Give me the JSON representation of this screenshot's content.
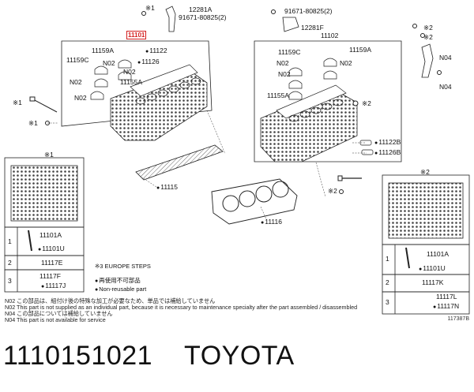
{
  "diagram": {
    "labels": {
      "l12281A": "12281A",
      "l91671_1": "91671-80825(2)",
      "l91671_2": "91671-80825(2)",
      "l12281F": "12281F",
      "l11102": "11102",
      "l11101": "11101",
      "l11159A_L": "11159A",
      "l11122_L": "11122",
      "l11159C_L": "11159C",
      "l11126_L": "11126",
      "lN02a": "N02",
      "lN02b": "N02",
      "lN02c": "N02",
      "l11155A_L": "11155A",
      "l11159C_R": "11159C",
      "l11159A_R": "11159A",
      "lN02d": "N02",
      "lN02e": "N02",
      "lN02f": "N02",
      "l11155A_R": "11155A",
      "lN04a": "N04",
      "lN04b": "N04",
      "l11122B": "11122B",
      "l11126B": "11126B",
      "l11115": "11115",
      "l11116": "11116",
      "lstar1_bolt": "※1",
      "lstar1_wash": "※1",
      "lstar2a": "※2",
      "lstar2b": "※2",
      "lstar2c": "※2",
      "lstar2d": "※2",
      "lstar1_box": "※1",
      "lstar2_box": "※2"
    },
    "left_detail": {
      "row1": [
        "11101A",
        "11101U"
      ],
      "row2": "11117E",
      "row3": [
        "11117F",
        "11117J"
      ],
      "star3_note": "※3 EUROPE STEPS",
      "legend1": "再使用不可部品",
      "legend2": "Non-reusable part"
    },
    "right_detail": {
      "row1": [
        "11101A",
        "11101U"
      ],
      "row2": "11117K",
      "row3": [
        "11117L",
        "11117N"
      ]
    },
    "nums": [
      "1",
      "2",
      "3"
    ]
  },
  "notes": [
    "N02  この部品は、組付け後の特殊な加工が必要なため、単品では補給していません",
    "N02  This part is not supplied as an individual part, because it is necessary to maintenance specialty after the part assembled / disassembled",
    "N04  この部品については補給していません",
    "N04  This part is not available for service"
  ],
  "reference_number": "117387B",
  "footer": {
    "part_number": "1110151021",
    "brand": "TOYOTA"
  }
}
